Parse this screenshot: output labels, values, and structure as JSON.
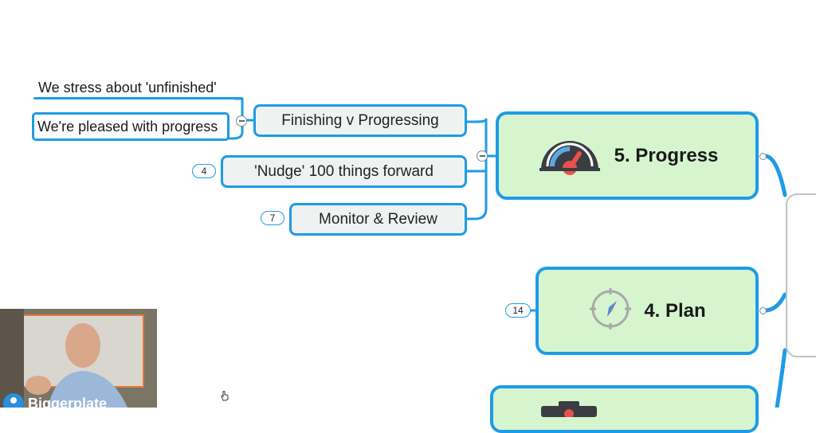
{
  "colors": {
    "connector": "#1e9be6",
    "main_fill": "#d6f5cf",
    "sub_fill": "#eef3f2"
  },
  "main_nodes": [
    {
      "label": "5. Progress",
      "icon": "gauge-icon"
    },
    {
      "label": "4. Plan",
      "icon": "compass-icon",
      "badge": "14"
    }
  ],
  "sub_nodes": [
    {
      "label": "Finishing v Progressing"
    },
    {
      "label": "'Nudge' 100 things forward",
      "badge": "4"
    },
    {
      "label": "Monitor & Review",
      "badge": "7"
    }
  ],
  "leaves": [
    {
      "label": "We stress about 'unfinished'"
    },
    {
      "label": "We're pleased with progress"
    }
  ],
  "webcam": {
    "brand": "Biggerplate"
  }
}
